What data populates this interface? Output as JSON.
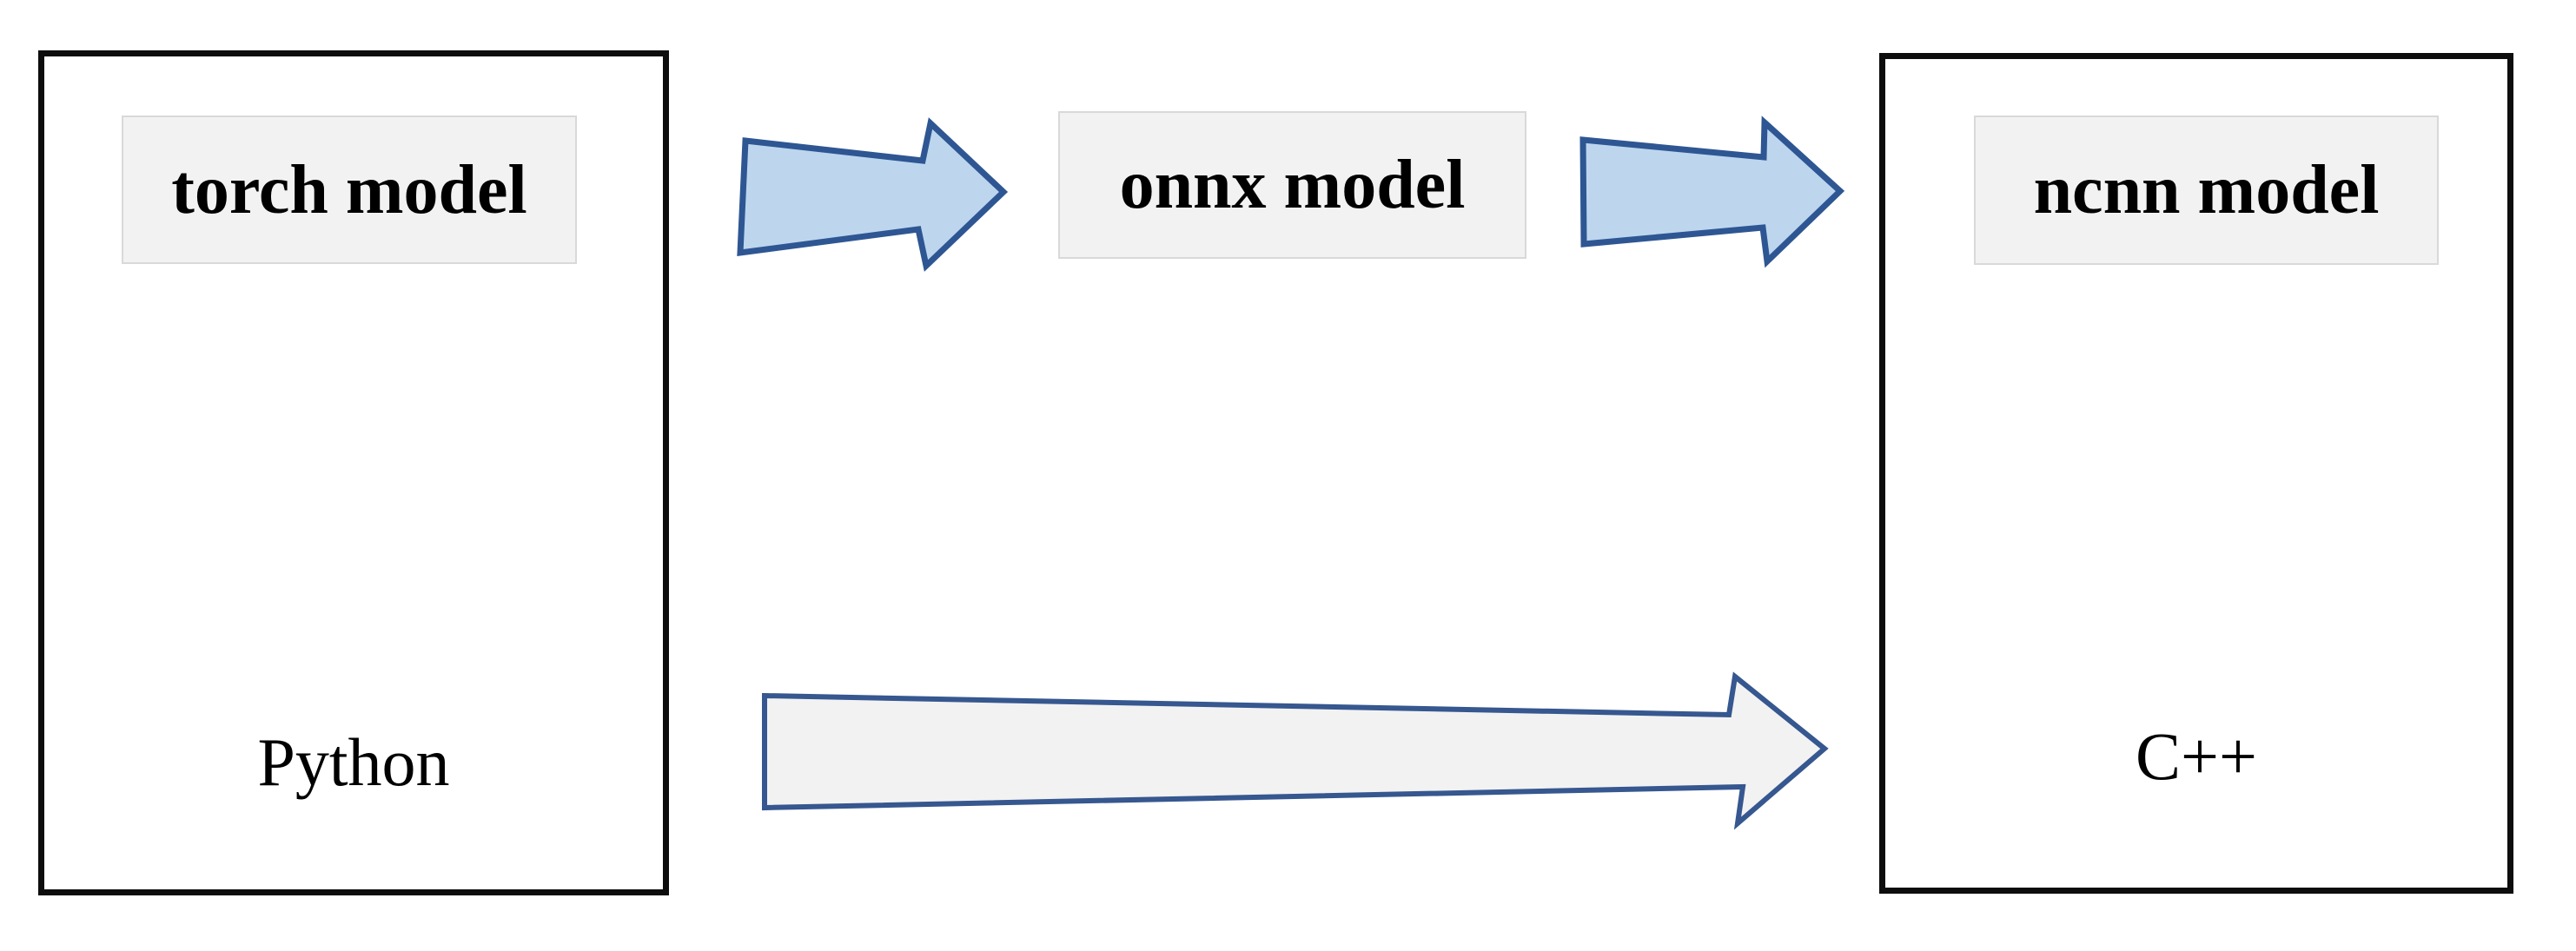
{
  "diagram": {
    "nodes": [
      {
        "label": "torch model"
      },
      {
        "label": "onnx model"
      },
      {
        "label": "ncnn model"
      }
    ],
    "panels": {
      "left": {
        "label": "Python"
      },
      "right": {
        "label": "C++"
      }
    },
    "arrows": [
      {
        "name": "torch-to-onnx",
        "direction": "right"
      },
      {
        "name": "onnx-to-ncnn",
        "direction": "right"
      },
      {
        "name": "python-to-cpp",
        "direction": "right"
      }
    ]
  },
  "colors": {
    "background": "#ffffff",
    "text": "#000000",
    "panel_border": "#0d0d0d",
    "node_bg": "#f2f2f2",
    "node_border": "#d9d9d9",
    "arrow_fill": "#bdd6ee",
    "arrow_stroke": "#2e5693",
    "long_arrow_fill": "#f2f2f2",
    "long_arrow_stroke": "#36578f"
  }
}
